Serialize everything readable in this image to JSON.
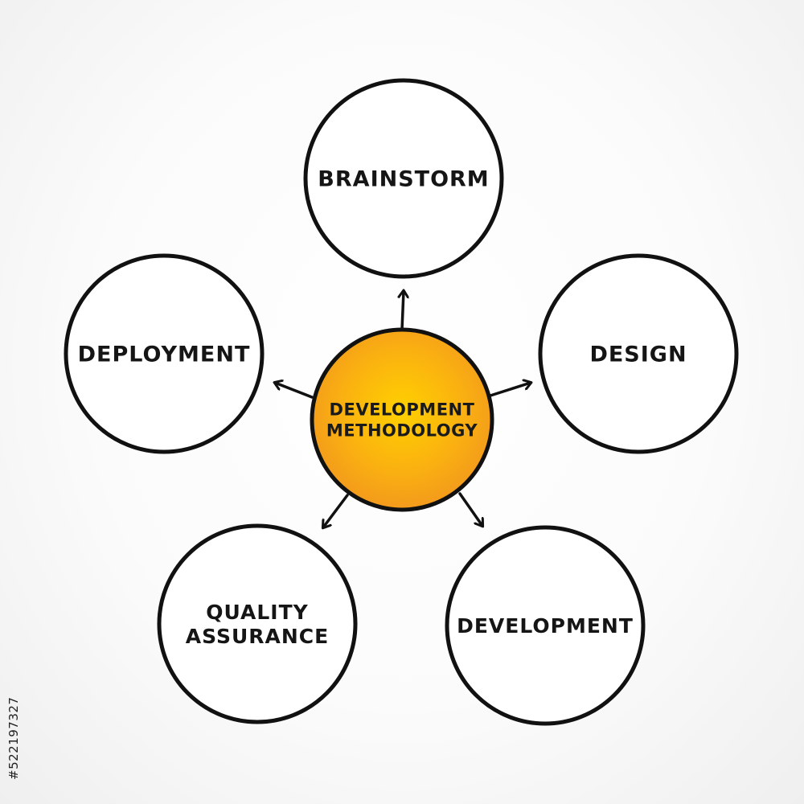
{
  "diagram": {
    "center": {
      "lines": [
        "DEVELOPMENT",
        "METHODOLOGY"
      ],
      "fill_inner": "#ffd000",
      "fill_outer": "#f39a1c"
    },
    "nodes": [
      {
        "id": "brainstorm",
        "lines": [
          "BRAINSTORM"
        ]
      },
      {
        "id": "design",
        "lines": [
          "DESIGN"
        ]
      },
      {
        "id": "development",
        "lines": [
          "DEVELOPMENT"
        ]
      },
      {
        "id": "quality-assurance",
        "lines": [
          "QUALITY",
          "ASSURANCE"
        ]
      },
      {
        "id": "deployment",
        "lines": [
          "DEPLOYMENT"
        ]
      }
    ],
    "stroke_color": "#111111"
  },
  "watermark": {
    "stock_id": "#522197327"
  }
}
